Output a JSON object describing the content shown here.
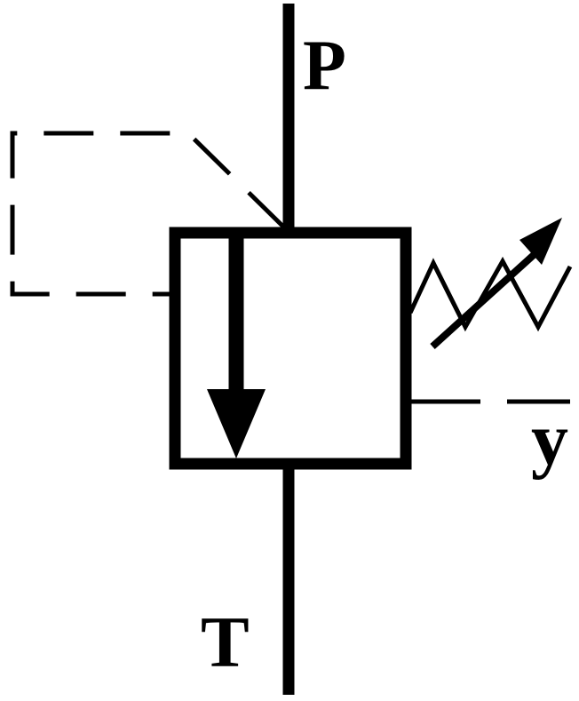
{
  "diagram": {
    "labels": {
      "pressure_port": "P",
      "tank_port": "T",
      "drain_port": "y"
    },
    "colors": {
      "stroke": "#000000",
      "background": "#ffffff"
    }
  }
}
